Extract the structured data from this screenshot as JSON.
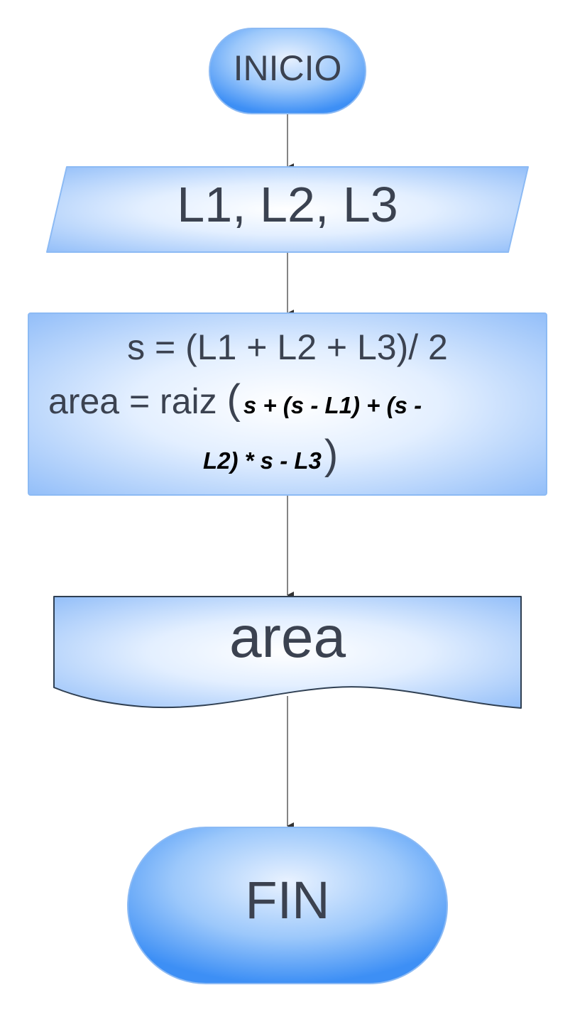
{
  "diagram": {
    "nodes": [
      {
        "id": "inicio",
        "shape": "terminator",
        "lines": [
          "INICIO"
        ]
      },
      {
        "id": "entrada",
        "shape": "input-output",
        "lines": [
          "L1, L2, L3"
        ]
      },
      {
        "id": "proceso",
        "shape": "process",
        "line1": "s = (L1 + L2 + L3)/ 2",
        "line2_prefix": "area = raiz ",
        "open_paren": "(",
        "line2_formula": "s + (s - L1) + (s -",
        "line3_formula": "L2) * s - L3",
        "close_paren": ")"
      },
      {
        "id": "salida",
        "shape": "document",
        "lines": [
          "area"
        ]
      },
      {
        "id": "fin",
        "shape": "terminator",
        "lines": [
          "FIN"
        ]
      }
    ],
    "edges": [
      {
        "from": "inicio",
        "to": "entrada"
      },
      {
        "from": "entrada",
        "to": "proceso"
      },
      {
        "from": "proceso",
        "to": "salida"
      },
      {
        "from": "salida",
        "to": "fin"
      }
    ],
    "colors": {
      "fill_dark": "#3d8ff5",
      "fill_light": "#eef5ff",
      "stroke": "#8cbaf4",
      "text": "#3b4250",
      "formula_text": "#000000",
      "connector": "#333333"
    }
  }
}
